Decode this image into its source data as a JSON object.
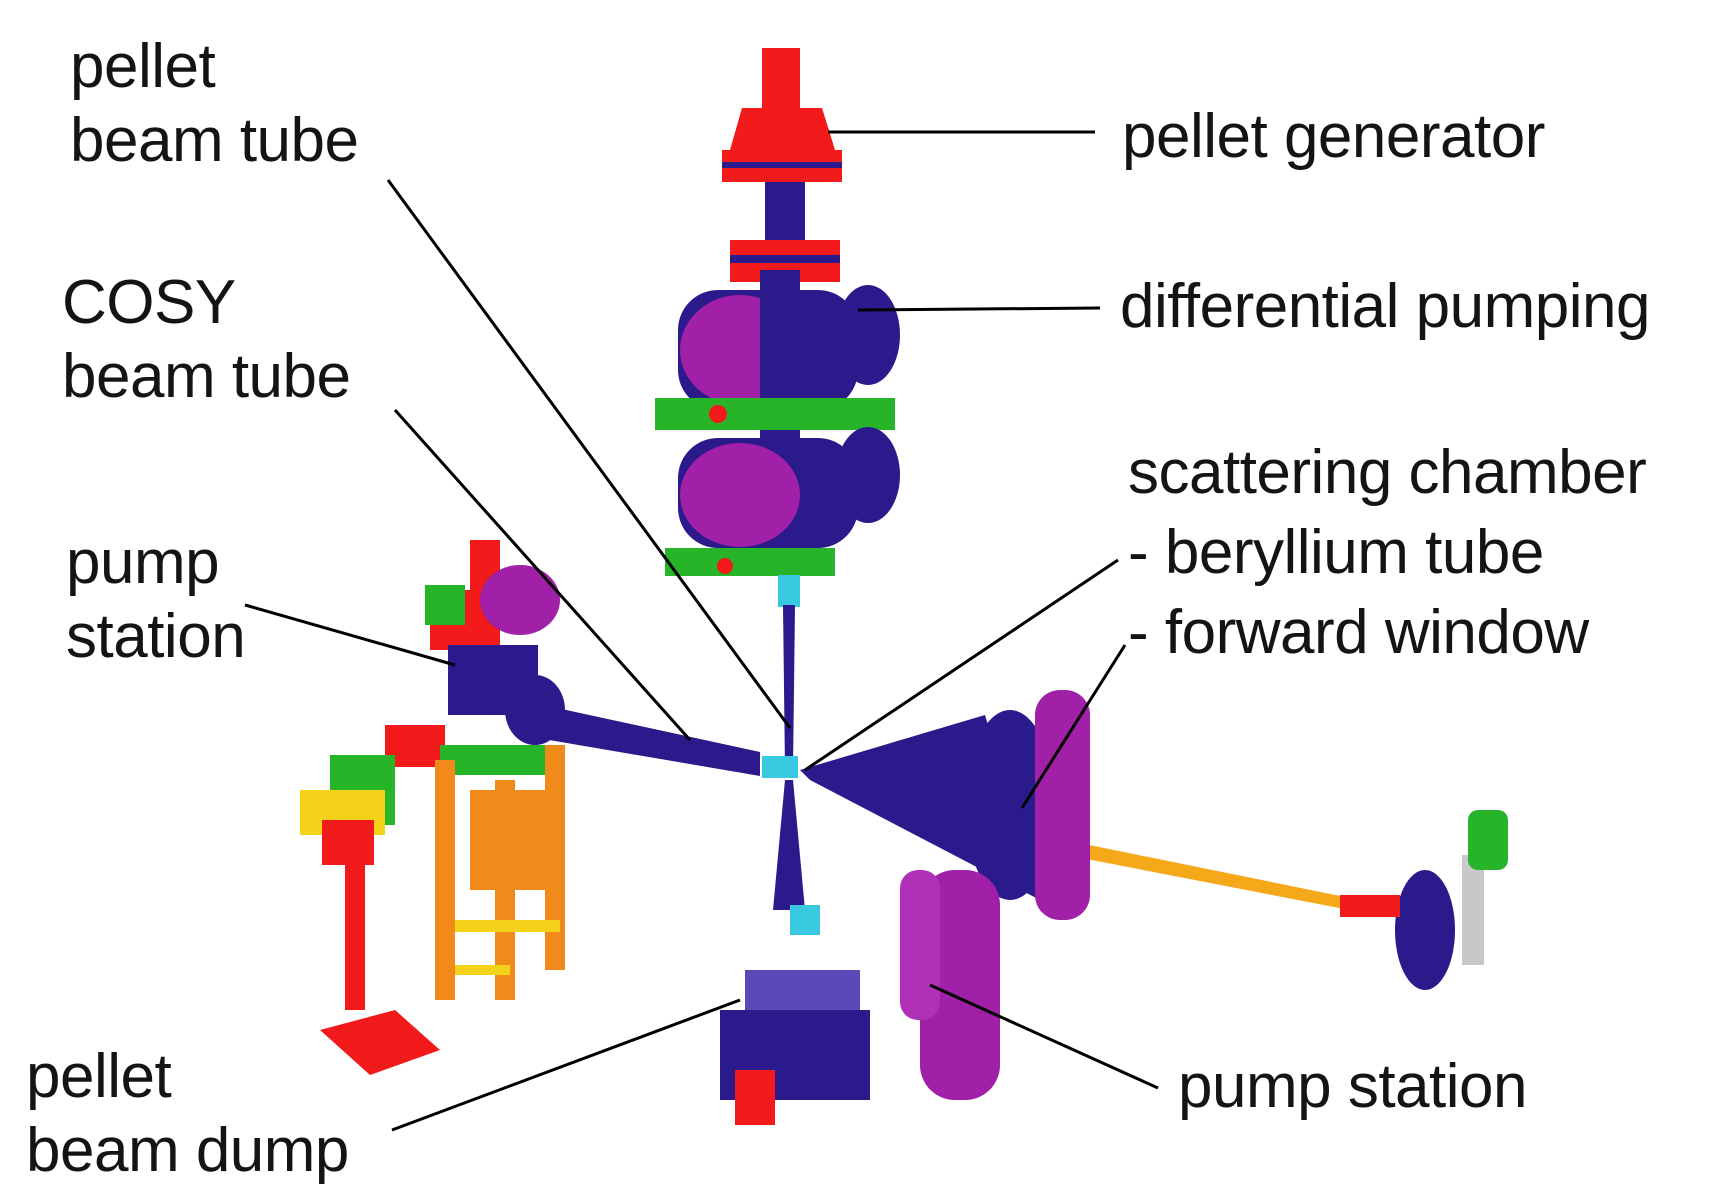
{
  "labels": {
    "pellet_beam_tube": [
      "pellet",
      "beam tube"
    ],
    "cosy_beam_tube": [
      "COSY",
      "beam tube"
    ],
    "pump_station_left": [
      "pump",
      "station"
    ],
    "pellet_beam_dump": [
      "pellet",
      "beam dump"
    ],
    "pellet_generator": "pellet generator",
    "differential_pumping": "differential pumping",
    "scattering_chamber": [
      "scattering chamber",
      "- beryllium tube",
      "- forward window"
    ],
    "pump_station_right": "pump station"
  },
  "colors": {
    "navy": "#2a1a8c",
    "magenta": "#a020a8",
    "red": "#f21a1a",
    "green": "#28b428",
    "orange": "#f08a1a",
    "yellow": "#f5d21a",
    "cyan": "#38c8e0",
    "grey": "#c8c8c8",
    "leader": "#000000"
  }
}
